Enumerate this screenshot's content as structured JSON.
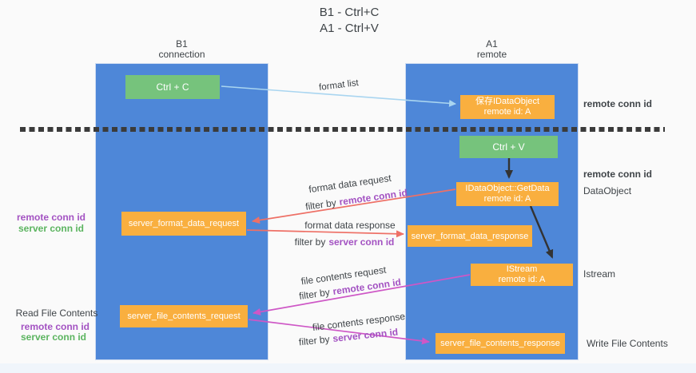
{
  "title": {
    "line1": "B1 - Ctrl+C",
    "line2": "A1 - Ctrl+V"
  },
  "colors": {
    "blue": "#4e87d8",
    "green": "#76c37c",
    "orange": "#f9af3f",
    "red_arrow": "#ee7066",
    "magenta_arrow": "#ce57c6",
    "light_blue_arrow": "#a9d5f0",
    "black_arrow": "#333333",
    "purple_text": "#a352c2",
    "green_text": "#5bb45f",
    "background": "#fafafa"
  },
  "lanes": {
    "left": {
      "name": "B1",
      "subtitle": "connection"
    },
    "right": {
      "name": "A1",
      "subtitle": "remote"
    }
  },
  "boxes": {
    "ctrl_c": "Ctrl + C",
    "ctrl_v": "Ctrl + V",
    "save_dataobject": {
      "line1": "保存IDataObject",
      "line2": "remote id: A"
    },
    "getdata": {
      "line1": "IDataObject::GetData",
      "line2": "remote id: A"
    },
    "istream": {
      "line1": "IStream",
      "line2": "remote id: A"
    },
    "format_request": "server_format_data_request",
    "format_response": "server_format_data_response",
    "file_request": "server_file_contents_request",
    "file_response": "server_file_contents_response"
  },
  "arrow_labels": {
    "format_list": "format list",
    "format_data_request": "format data request",
    "format_data_response": "format data response",
    "file_contents_request": "file contents request",
    "file_contents_response": "file contents response",
    "filter_by": "filter by",
    "remote_conn_id": "remote conn id",
    "server_conn_id": "server conn id"
  },
  "side_labels": {
    "remote_conn_id": "remote conn id",
    "server_conn_id": "server conn id",
    "dataobject": "DataObject",
    "istream": "Istream",
    "read_file_contents": "Read File Contents",
    "write_file_contents": "Write File Contents"
  }
}
